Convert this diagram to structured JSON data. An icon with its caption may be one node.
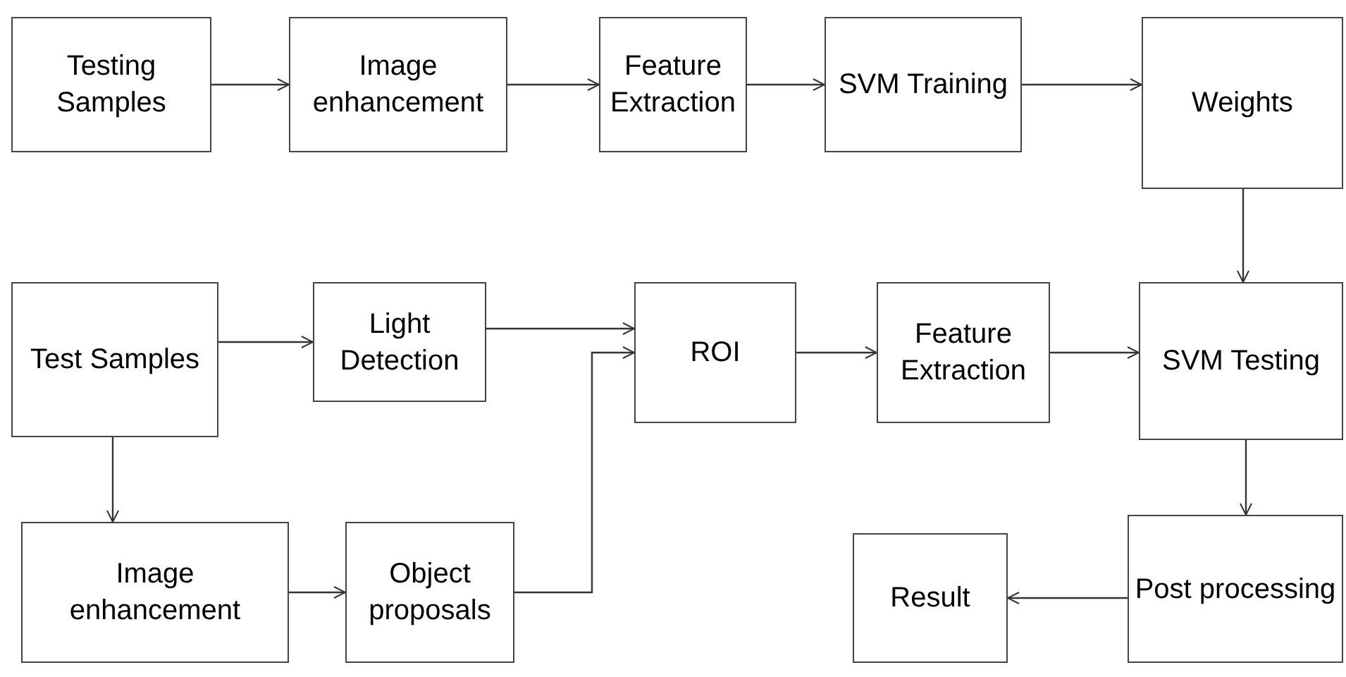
{
  "diagram": {
    "nodes": [
      {
        "text": [
          "Testing Samples"
        ]
      },
      {
        "text": [
          "Image enhancement"
        ]
      },
      {
        "text": [
          "Feature Extraction"
        ]
      },
      {
        "text": [
          "SVM Training"
        ]
      },
      {
        "text": [
          "Weights"
        ]
      },
      {
        "text": [
          "Test Samples"
        ]
      },
      {
        "text": [
          "Light Detection"
        ]
      },
      {
        "text": [
          "ROI"
        ]
      },
      {
        "text": [
          "Feature Extraction"
        ]
      },
      {
        "text": [
          "SVM Testing"
        ]
      },
      {
        "text": [
          "Image enhancement"
        ]
      },
      {
        "text": [
          "Object proposals"
        ]
      },
      {
        "text": [
          "Result"
        ]
      },
      {
        "text": [
          "Post processing"
        ]
      }
    ],
    "edges": [
      {
        "from": 0,
        "to": 1,
        "arrow": "to"
      },
      {
        "from": 1,
        "to": 2,
        "arrow": "to"
      },
      {
        "from": 2,
        "to": 3,
        "arrow": "to"
      },
      {
        "from": 3,
        "to": 4,
        "arrow": "to"
      },
      {
        "from": 4,
        "to": 9,
        "arrow": "to"
      },
      {
        "from": 5,
        "to": 6,
        "arrow": "to"
      },
      {
        "from": 6,
        "to": 7,
        "arrow": "to"
      },
      {
        "from": 11,
        "to": 7,
        "arrow": "to"
      },
      {
        "from": 5,
        "to": 10,
        "arrow": "to"
      },
      {
        "from": 10,
        "to": 11,
        "arrow": "to"
      },
      {
        "from": 7,
        "to": 8,
        "arrow": "to"
      },
      {
        "from": 8,
        "to": 9,
        "arrow": "to"
      },
      {
        "from": 9,
        "to": 13,
        "arrow": "to"
      },
      {
        "from": 13,
        "to": 12,
        "arrow": "to"
      }
    ]
  }
}
